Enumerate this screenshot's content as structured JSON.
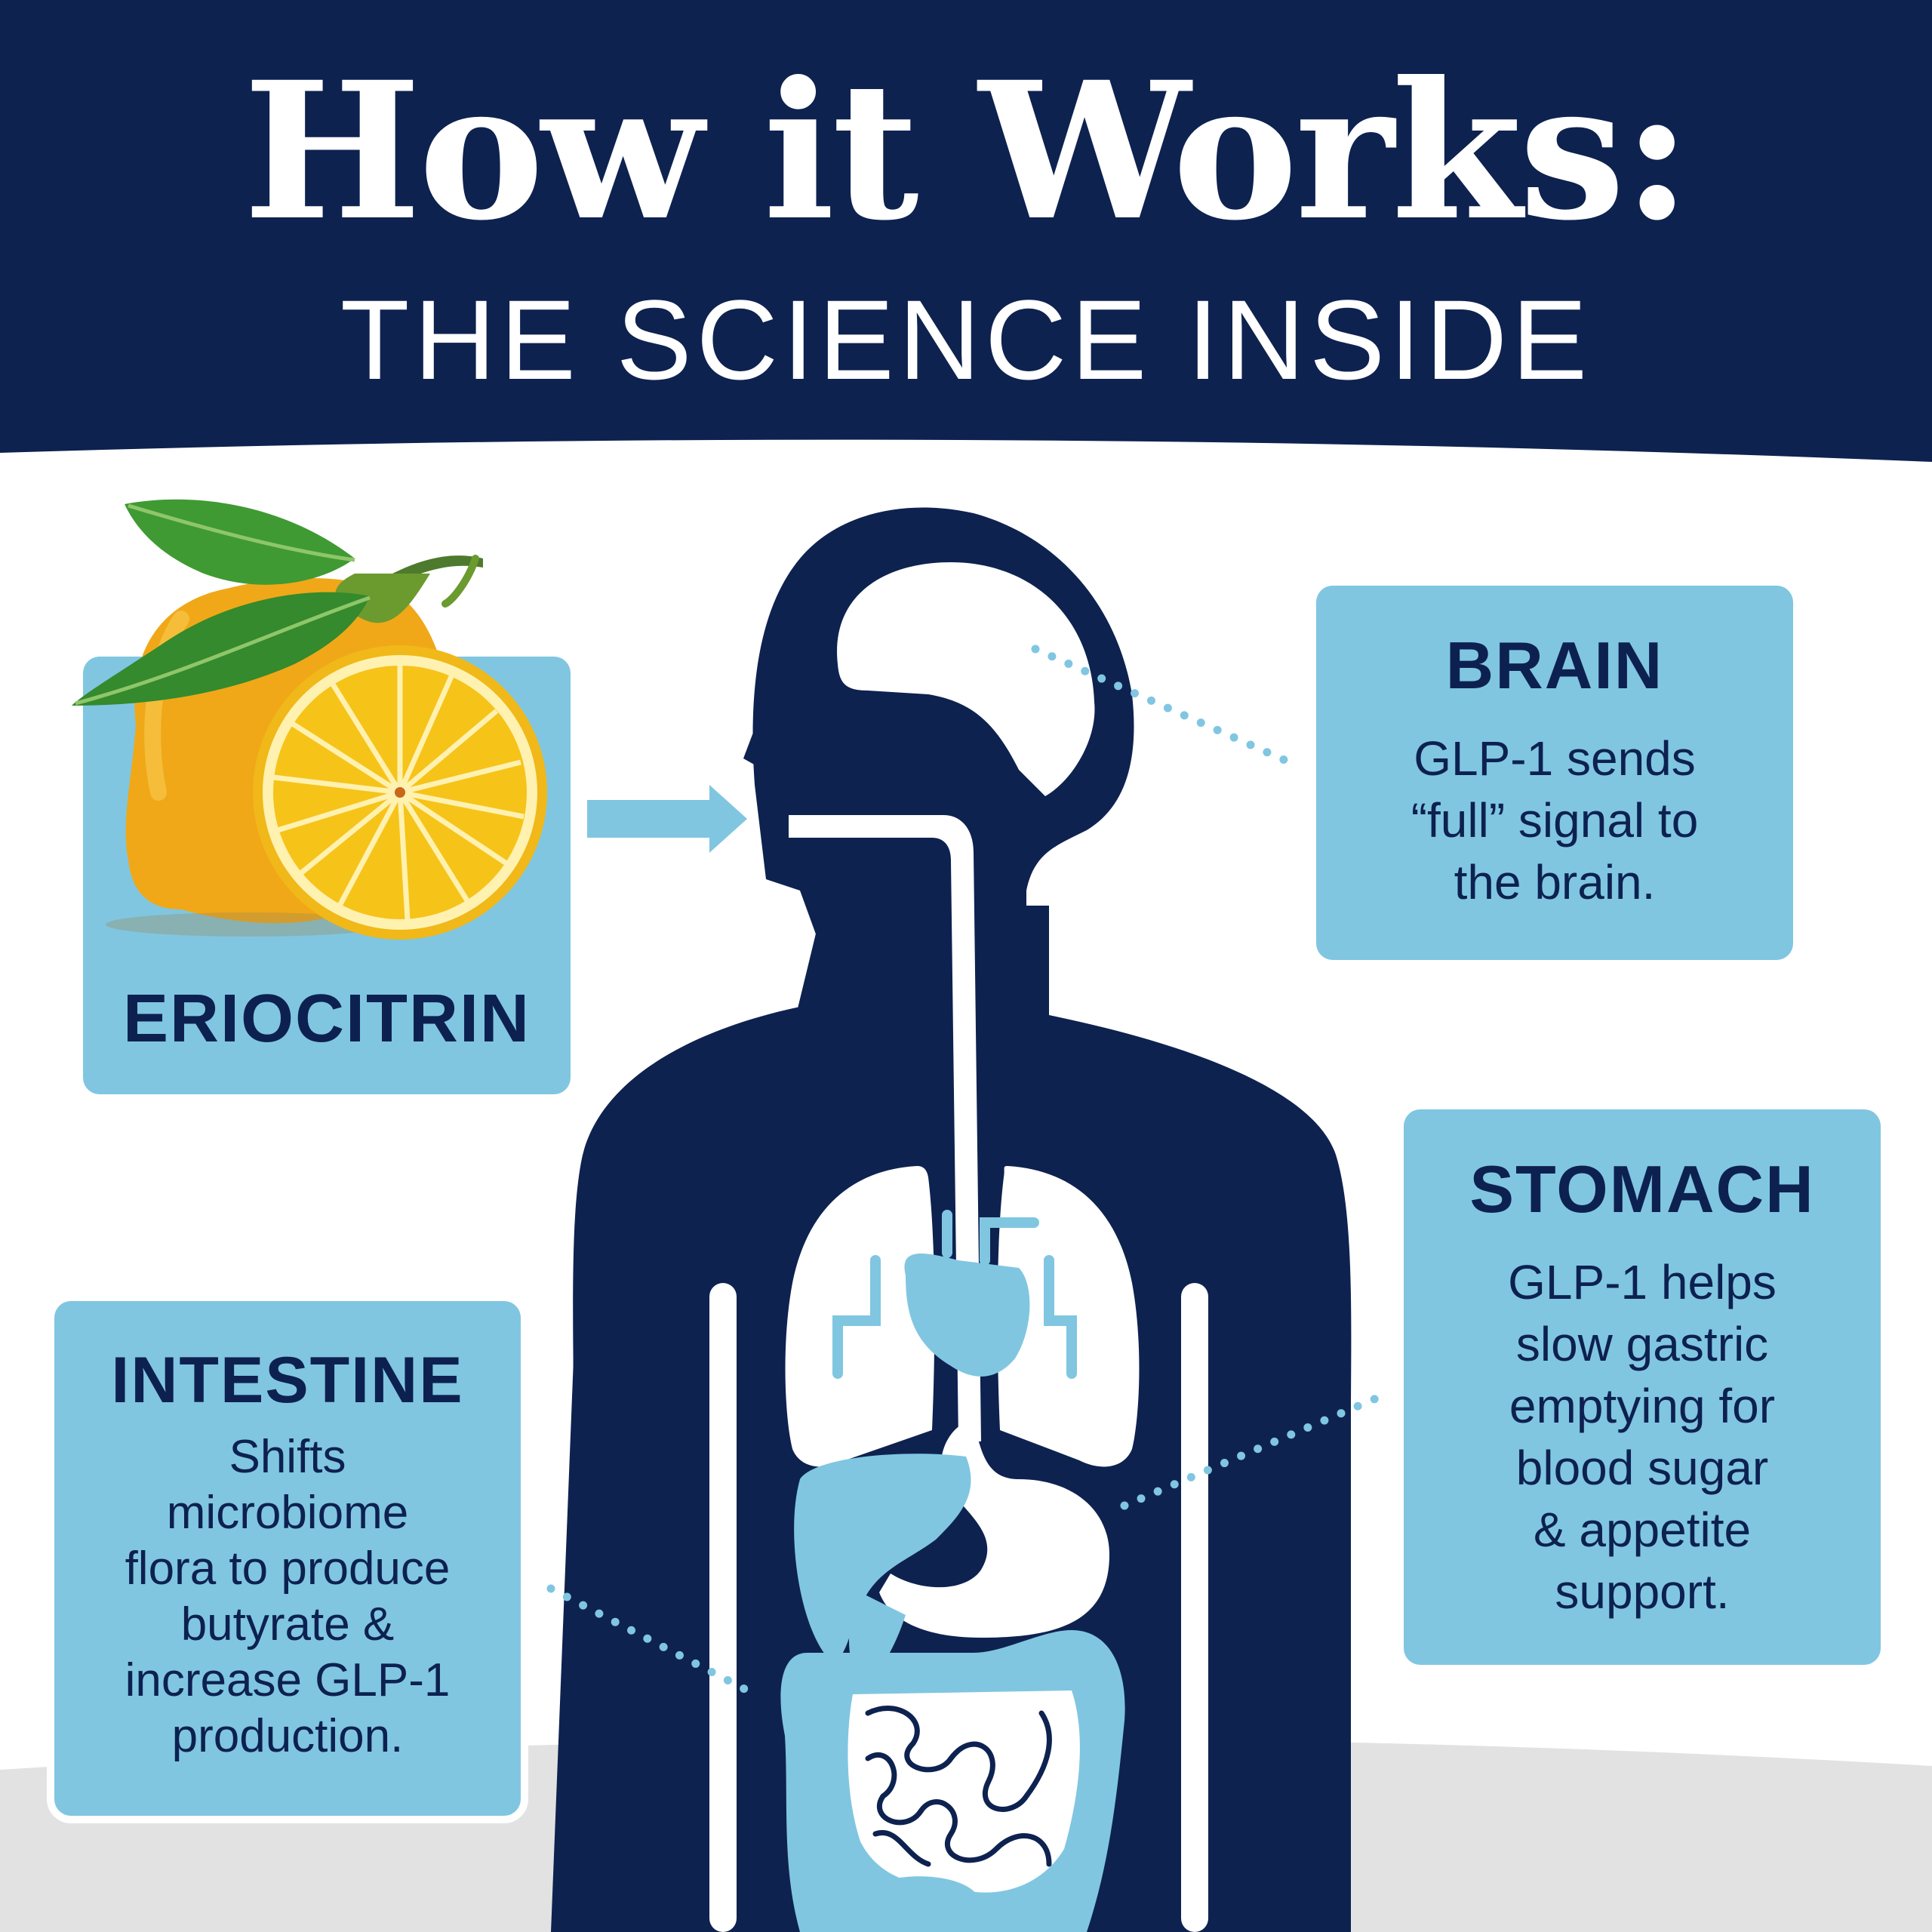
{
  "header": {
    "title": "How it Works:",
    "subtitle": "THE SCIENCE INSIDE"
  },
  "ingredient": {
    "label": "ERIOCITRIN"
  },
  "brain": {
    "heading": "BRAIN",
    "lines": [
      "GLP-1 sends",
      "“full” signal to",
      "the brain."
    ]
  },
  "stomach": {
    "heading": "STOMACH",
    "lines": [
      "GLP-1 helps",
      "slow gastric",
      "emptying for",
      "blood sugar",
      "& appetite",
      "support."
    ]
  },
  "intestine": {
    "heading": "INTESTINE",
    "lines": [
      "Shifts",
      "microbiome",
      "flora to produce",
      "butyrate &",
      "increase GLP-1",
      "production."
    ]
  },
  "colors": {
    "navy": "#0e2250",
    "light_blue": "#80c6e1",
    "white": "#ffffff",
    "ground_gray": "#e2e2e2",
    "lemon_yellow": "#f5b717",
    "leaf_green": "#3f9a33"
  },
  "icons": [
    "lemon-icon",
    "leaf-icon",
    "arrow-right-icon",
    "human-silhouette-icon",
    "lungs-icon",
    "heart-icon",
    "stomach-icon",
    "intestine-icon"
  ]
}
